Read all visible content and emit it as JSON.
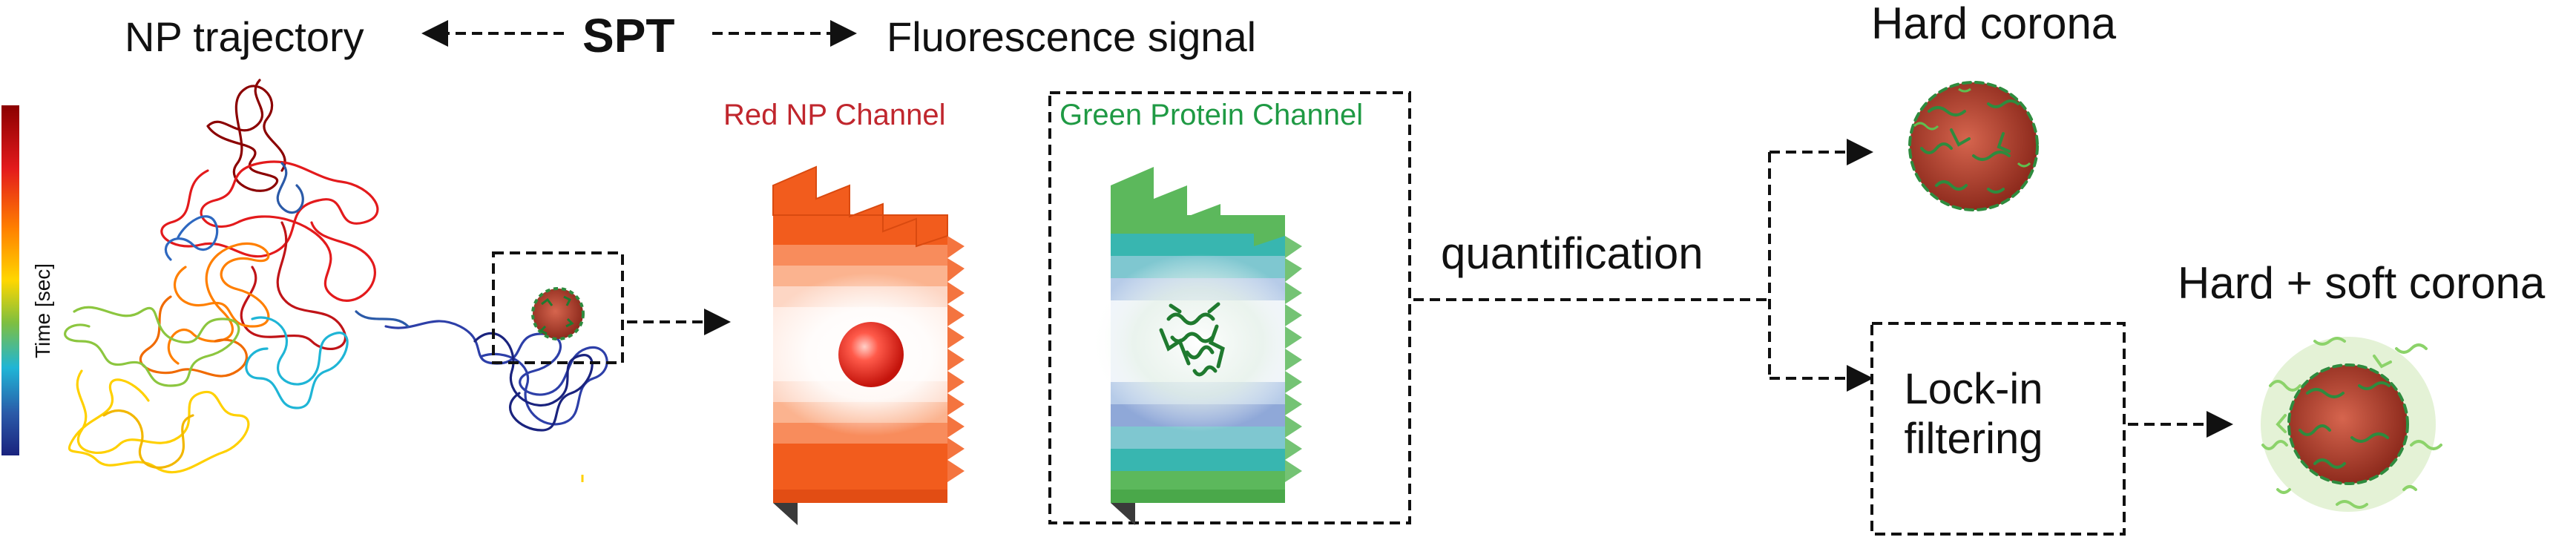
{
  "header": {
    "left_label": "NP trajectory",
    "center_label": "SPT",
    "right_label": "Fluorescence signal"
  },
  "colorbar": {
    "label": "Time [sec]",
    "colors": [
      "#8b0000",
      "#e31a1c",
      "#ff7f00",
      "#ffd700",
      "#7fbf3f",
      "#1fb5d6",
      "#2b5aa8",
      "#1a237e"
    ]
  },
  "channels": {
    "red": {
      "label": "Red NP Channel",
      "color": "#c0262d"
    },
    "green": {
      "label": "Green Protein Channel",
      "color": "#1f9a44"
    }
  },
  "flow": {
    "quantification_label": "quantification",
    "filter_label": "Lock-in filtering"
  },
  "results": {
    "hard": {
      "label": "Hard corona"
    },
    "hard_soft": {
      "label": "Hard + soft corona"
    }
  },
  "colors": {
    "stack_orange": "#f25c1d",
    "stack_green": "#5cb85c",
    "stack_teal": "#38b6b0",
    "stack_blue": "#8fa8d8",
    "np_core": "#c9493a",
    "protein": "#2e8b3e"
  }
}
